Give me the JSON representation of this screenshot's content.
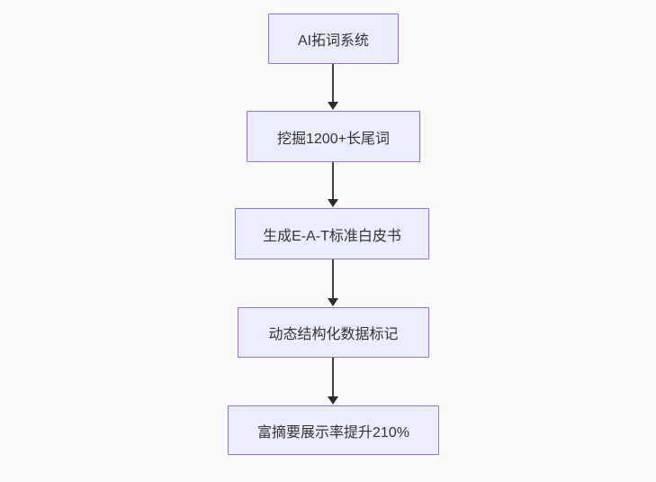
{
  "diagram": {
    "kind": "flowchart",
    "direction": "top-down",
    "colors": {
      "background": "#fafafa",
      "node_fill": "#ECECFF",
      "node_border": "#9370DB",
      "node_text": "#333333",
      "arrow": "#333333"
    },
    "nodes": [
      {
        "label": "AI拓词系统"
      },
      {
        "label": "挖掘1200+长尾词"
      },
      {
        "label": "生成E-A-T标准白皮书"
      },
      {
        "label": "动态结构化数据标记"
      },
      {
        "label": "富摘要展示率提升210%"
      }
    ],
    "edges": [
      {
        "from": 0,
        "to": 1
      },
      {
        "from": 1,
        "to": 2
      },
      {
        "from": 2,
        "to": 3
      },
      {
        "from": 3,
        "to": 4
      }
    ]
  }
}
